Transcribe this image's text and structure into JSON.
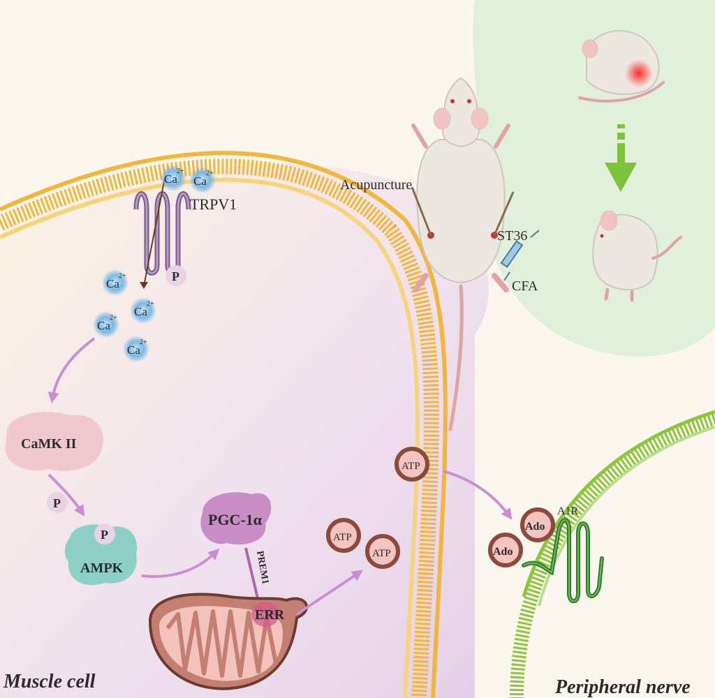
{
  "labels": {
    "muscle_cell": "Muscle cell",
    "peripheral_nerve": "Peripheral nerve",
    "acupuncture": "Acupuncture",
    "st36": "ST36",
    "cfa": "CFA",
    "trpv1": "TRPV1",
    "camk2": "CaMK II",
    "ampk": "AMPK",
    "pgc1a": "PGC-1α",
    "prem1": "PREM1",
    "err": "ERR",
    "atp": "ATP",
    "ado": "Ado",
    "a1r": "A1R",
    "p": "P",
    "ca": "Ca",
    "ca_charge": "2+"
  },
  "colors": {
    "arrow": "#c98fd0",
    "membrane": "#f2b63a",
    "nerve_membrane": "#8cc63f",
    "atp_ring": "#8a4a3c",
    "atp_fill": "#f4c4c0",
    "calcium": "#5fa8dc",
    "pgc": "#c98cc4",
    "camk": "#f1c8cf",
    "ampk": "#8ed0c5",
    "mito": "#c47f73",
    "green_arrow": "#7dc23b"
  }
}
